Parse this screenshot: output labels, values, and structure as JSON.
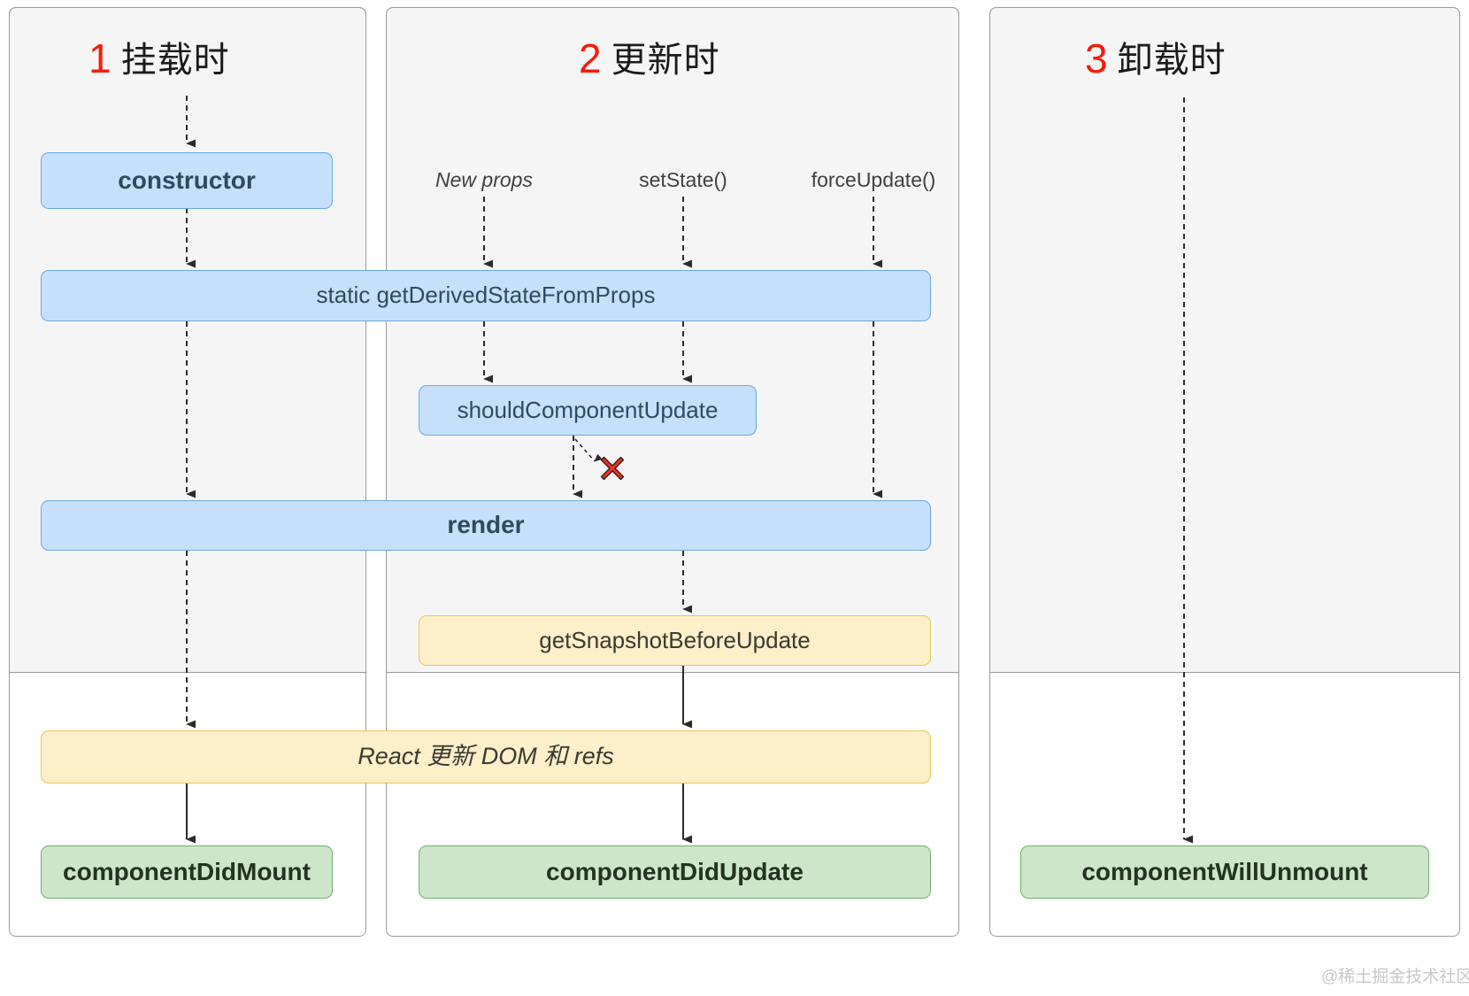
{
  "diagram": {
    "title_watermark": "@稀土掘金技术社区",
    "colors": {
      "blue_fill": "#c6e0fb",
      "blue_stroke": "#6aa9e0",
      "yellow_fill": "#fcefc9",
      "yellow_stroke": "#e8c75c",
      "green_fill": "#cbe7c8",
      "green_stroke": "#71ae6c",
      "panel_shade": "#f5f5f5",
      "panel_border": "#9a9a9a",
      "accent_red": "#f61b0a",
      "arrow": "#2b2b2b"
    }
  },
  "phases": [
    {
      "number": "1",
      "label": "挂载时"
    },
    {
      "number": "2",
      "label": "更新时"
    },
    {
      "number": "3",
      "label": "卸载时"
    }
  ],
  "triggers": [
    {
      "label": "New props",
      "style": "italic"
    },
    {
      "label": "setState()",
      "style": "regular"
    },
    {
      "label": "forceUpdate()",
      "style": "regular"
    }
  ],
  "nodes": {
    "constructor": "constructor",
    "get_derived_state_from_props": "static getDerivedStateFromProps",
    "should_component_update": "shouldComponentUpdate",
    "render": "render",
    "get_snapshot_before_update": "getSnapshotBeforeUpdate",
    "react_updates_dom": "React 更新 DOM 和 refs",
    "component_did_mount": "componentDidMount",
    "component_did_update": "componentDidUpdate",
    "component_will_unmount": "componentWillUnmount"
  },
  "markers": {
    "blocked": "✖"
  }
}
